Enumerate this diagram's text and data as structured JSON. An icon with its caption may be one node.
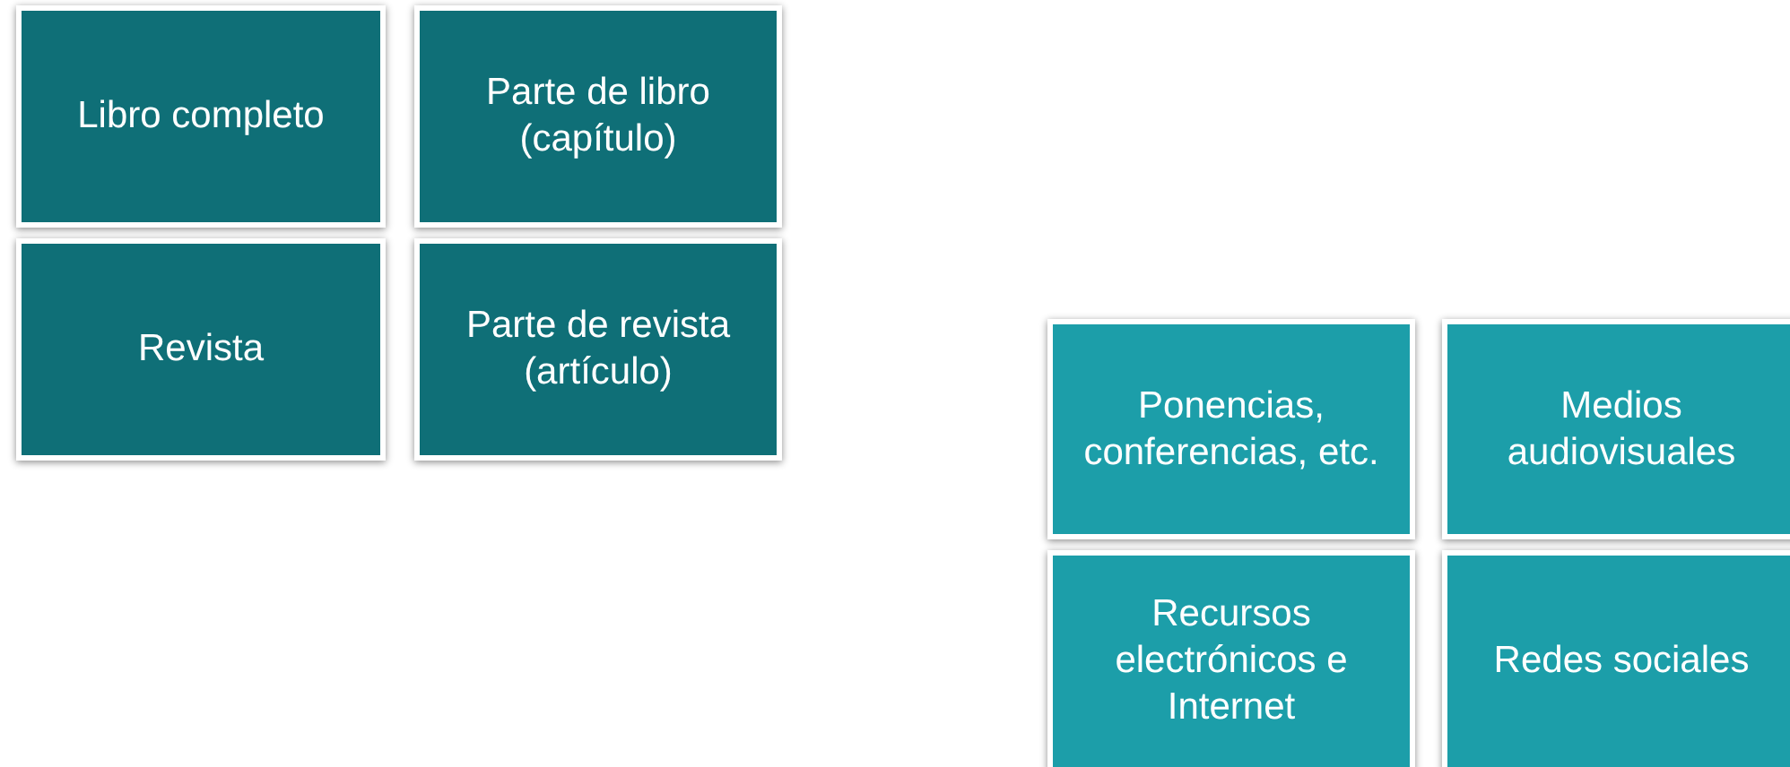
{
  "diagram": {
    "nodes": [
      {
        "text": [
          "Libro completo"
        ]
      },
      {
        "text": [
          "Parte de libro (capítulo)"
        ]
      },
      {
        "text": [
          "Revista"
        ]
      },
      {
        "text": [
          "Parte de revista (artículo)"
        ]
      },
      {
        "text": [
          "Ponencias, conferencias, etc."
        ]
      },
      {
        "text": [
          "Medios audiovisuales"
        ]
      },
      {
        "text": [
          "Recursos electrónicos e Internet"
        ]
      },
      {
        "text": [
          "Redes sociales"
        ]
      }
    ]
  }
}
